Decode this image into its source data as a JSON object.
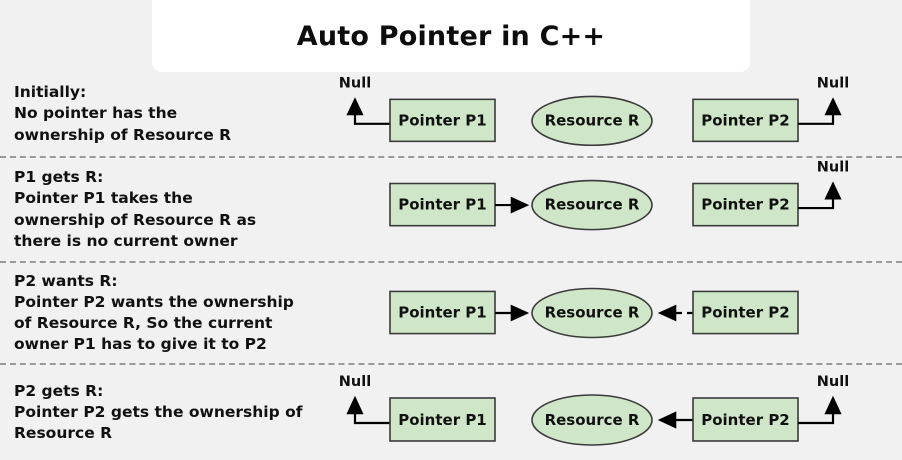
{
  "header": {
    "title": "Auto Pointer in C++"
  },
  "colors": {
    "page_background": "#f1f1f1",
    "title_card_background": "#ffffff",
    "node_fill": "#cfe7c8",
    "node_border": "#3a3a3a",
    "connector": "#000000",
    "separator": "#9a9a9a",
    "text": "#111111"
  },
  "labels": {
    "pointer_p1": "Pointer P1",
    "pointer_p2": "Pointer P2",
    "resource_r": "Resource R",
    "null": "Null"
  },
  "rows": [
    {
      "id": "initially",
      "caption_lines": [
        "Initially:",
        "No pointer has the",
        "ownership of Resource R"
      ],
      "nodes": {
        "p1": "Pointer P1",
        "resource": "Resource R",
        "p2": "Pointer P2"
      },
      "nulls": {
        "left": "Null",
        "right": "Null"
      },
      "connections": [
        {
          "from": "p1",
          "to": "null-left",
          "style": "solid",
          "direction": "up-left"
        },
        {
          "from": "p2",
          "to": "null-right",
          "style": "solid",
          "direction": "up-right"
        }
      ]
    },
    {
      "id": "p1-gets-r",
      "caption_lines": [
        "P1 gets R:",
        "Pointer P1 takes the",
        "ownership of Resource R as",
        "there is no current owner"
      ],
      "nodes": {
        "p1": "Pointer P1",
        "resource": "Resource R",
        "p2": "Pointer P2"
      },
      "nulls": {
        "right": "Null"
      },
      "connections": [
        {
          "from": "p1",
          "to": "resource",
          "style": "solid",
          "direction": "right"
        },
        {
          "from": "p2",
          "to": "null-right",
          "style": "solid",
          "direction": "up-right"
        }
      ]
    },
    {
      "id": "p2-wants-r",
      "caption_lines": [
        "P2 wants R:",
        "Pointer P2 wants the ownership",
        "of Resource R, So the current",
        "owner P1 has to give it to P2"
      ],
      "nodes": {
        "p1": "Pointer P1",
        "resource": "Resource R",
        "p2": "Pointer P2"
      },
      "nulls": {},
      "connections": [
        {
          "from": "p1",
          "to": "resource",
          "style": "solid",
          "direction": "right"
        },
        {
          "from": "p2",
          "to": "resource",
          "style": "dashed",
          "direction": "left"
        }
      ]
    },
    {
      "id": "p2-gets-r",
      "caption_lines": [
        "P2 gets R:",
        "Pointer P2 gets the ownership of",
        "Resource R"
      ],
      "nodes": {
        "p1": "Pointer P1",
        "resource": "Resource R",
        "p2": "Pointer P2"
      },
      "nulls": {
        "left": "Null",
        "right": "Null"
      },
      "connections": [
        {
          "from": "p1",
          "to": "null-left",
          "style": "solid",
          "direction": "up-left"
        },
        {
          "from": "p2",
          "to": "resource",
          "style": "solid",
          "direction": "left"
        },
        {
          "from": "p2",
          "to": "null-right",
          "style": "solid",
          "direction": "up-right"
        }
      ]
    }
  ]
}
